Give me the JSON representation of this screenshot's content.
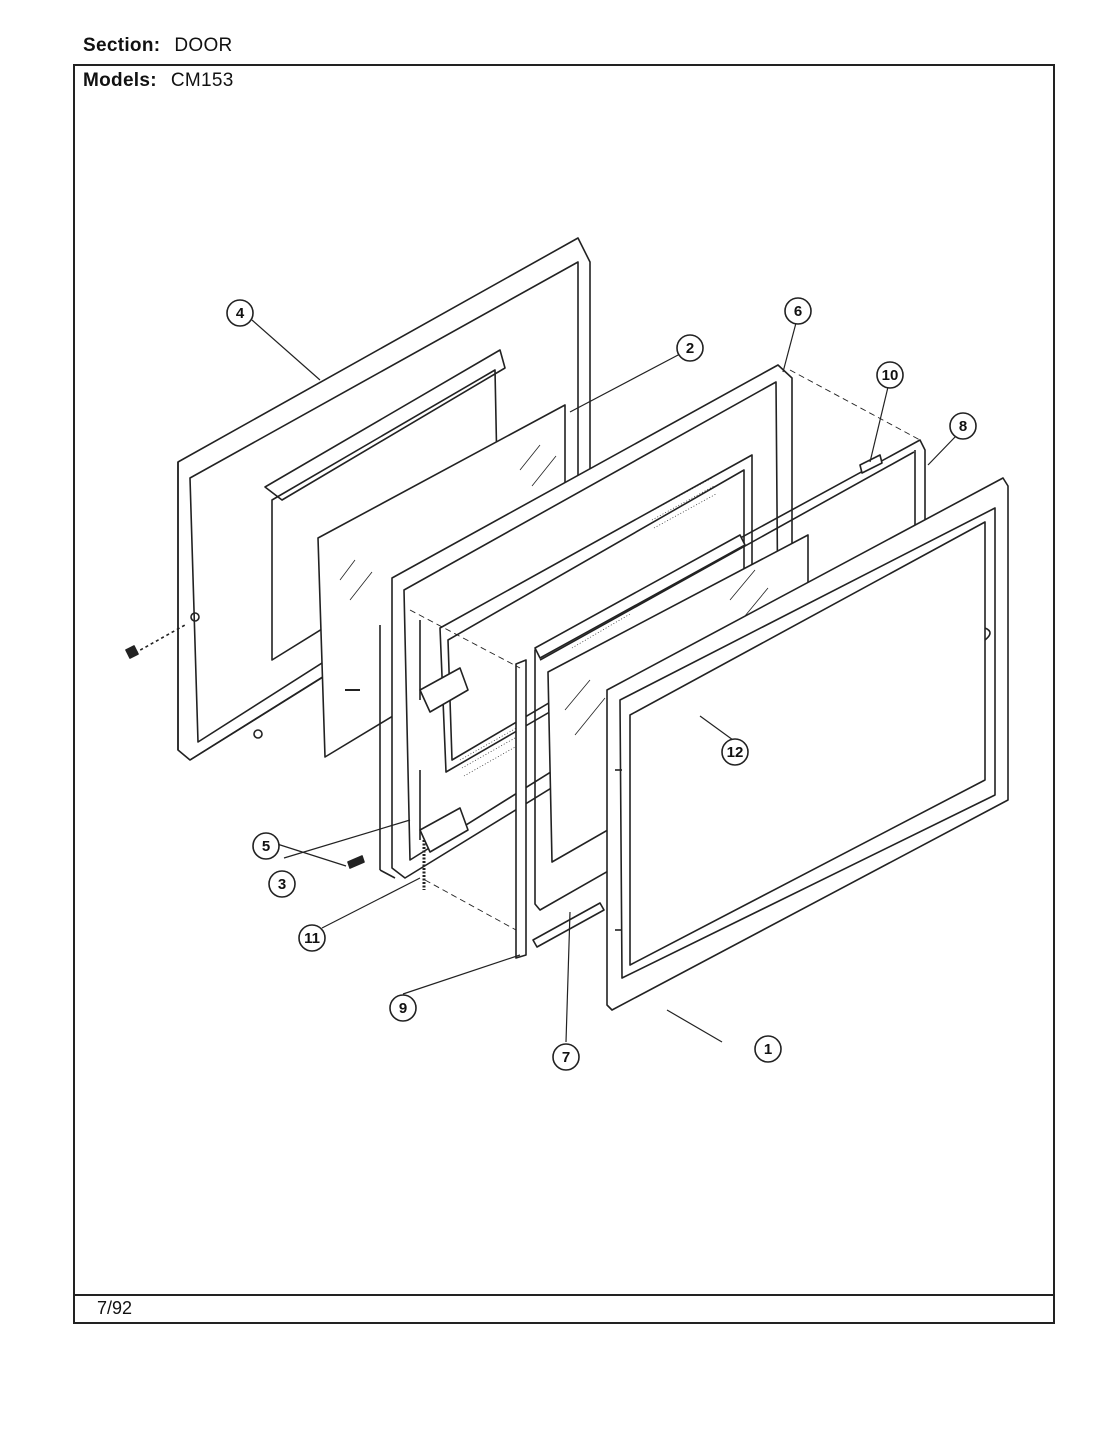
{
  "header": {
    "section_label": "Section:",
    "section_value": "DOOR",
    "models_label": "Models:",
    "models_value": "CM153"
  },
  "footer": {
    "date": "7/92"
  },
  "callouts": [
    "1",
    "2",
    "3",
    "4",
    "5",
    "6",
    "7",
    "8",
    "9",
    "10",
    "11",
    "12"
  ]
}
